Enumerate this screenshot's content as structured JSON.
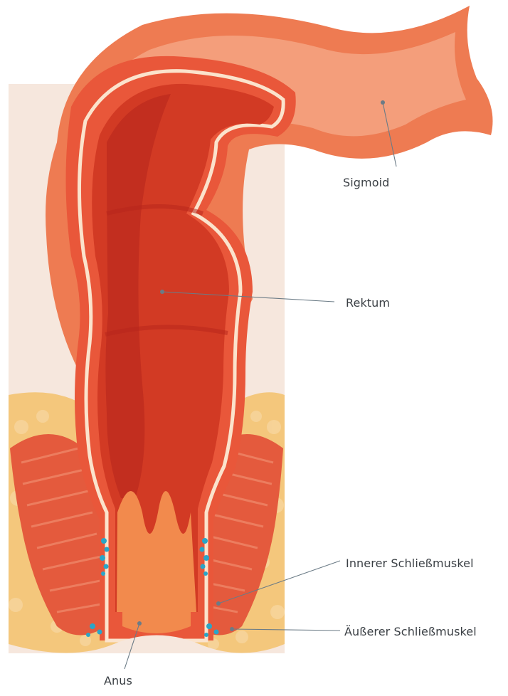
{
  "labels": {
    "sigmoid": "Sigmoid",
    "rektum": "Rektum",
    "innerer": "Innerer Schließmuskel",
    "aeusserer": "Äußerer Schließmuskel",
    "anus": "Anus"
  },
  "colors": {
    "background_panel": "#f6e7dd",
    "fat_tissue": "#f4c77c",
    "sigmoid_outer": "#ee7b52",
    "sigmoid_highlight": "#f4a483",
    "rectum_wall": "#e9573a",
    "rectum_lumen": "#d23a24",
    "rectum_lumen_dark": "#b8261c",
    "lining_cream": "#fbe3cc",
    "sphincter_muscle": "#e45a3d",
    "anal_canal": "#f28a4d",
    "blood_vessels": "#2aa5c8",
    "leader_line": "#6b7b86"
  }
}
